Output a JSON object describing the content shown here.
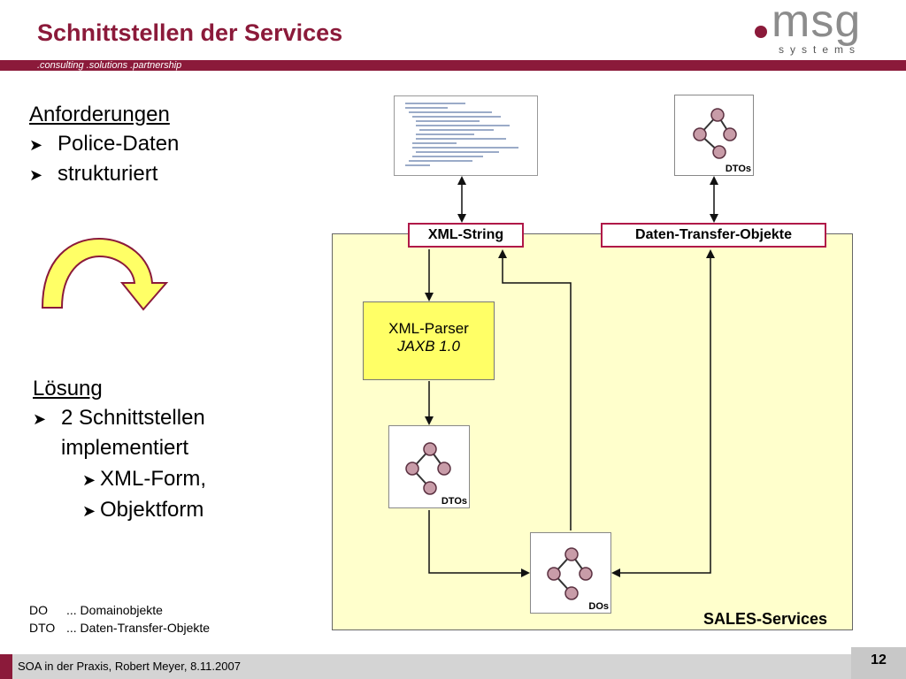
{
  "header": {
    "title": "Schnittstellen der Services",
    "tagline": ".consulting .solutions .partnership",
    "logo_text": "msg",
    "logo_subtext": "systems"
  },
  "left": {
    "requirements_heading": "Anforderungen",
    "requirements": [
      "Police-Daten",
      "strukturiert"
    ],
    "solution_heading": "Lösung",
    "solution_line1": "2 Schnittstellen",
    "solution_line2": "implementiert",
    "solution_sub": [
      "XML-Form,",
      "Objektform"
    ],
    "glossary": [
      {
        "abbr": "DO",
        "text": "... Domainobjekte"
      },
      {
        "abbr": "DTO",
        "text": "... Daten-Transfer-Objekte"
      }
    ]
  },
  "diagram": {
    "xml_string_label": "XML-String",
    "dto_objects_label": "Daten-Transfer-Objekte",
    "parser_line1": "XML-Parser",
    "parser_line2": "JAXB 1.0",
    "dtos_top_label": "DTOs",
    "dtos_mid_label": "DTOs",
    "dos_label": "DOs",
    "container_label": "SALES-Services"
  },
  "footer": {
    "text": "SOA in der Praxis, Robert Meyer, 8.11.2007",
    "page_number": "12"
  },
  "colors": {
    "brand": "#8b1a3a",
    "container_fill": "#ffffcc",
    "parser_fill": "#ffff66",
    "label_border": "#b01848",
    "node_fill": "#c89ca8"
  },
  "icons": {
    "bullet": "triangle-arrow-icon",
    "curved_arrow": "curved-arrow-icon",
    "object_tree": "object-tree-icon",
    "xml_document": "xml-document-icon"
  }
}
